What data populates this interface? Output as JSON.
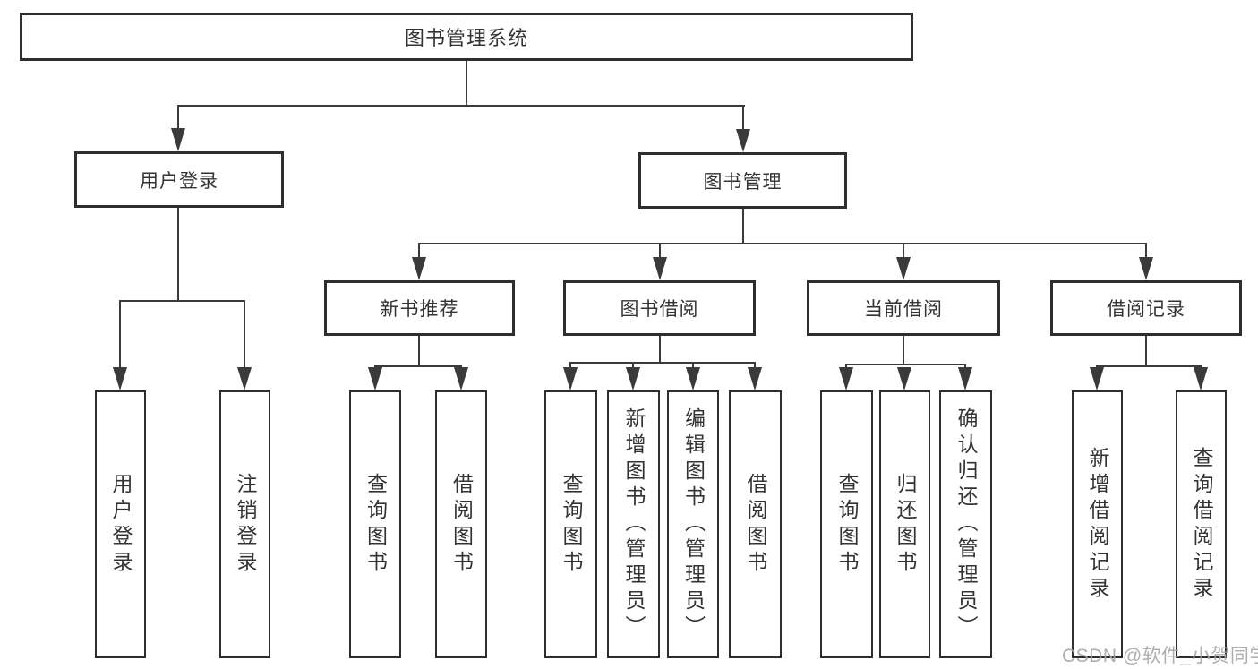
{
  "diagram_title": "图书管理系统",
  "watermark": "CSDN @软件_小贺同学",
  "colors": {
    "line": "#3a3a3a",
    "border": "#2e2e2e",
    "text": "#333333",
    "background": "#ffffff",
    "watermark": "#a5a5a5"
  },
  "tree": {
    "label": "图书管理系统",
    "children": [
      {
        "label": "用户登录",
        "children": [
          {
            "label": "用户登录"
          },
          {
            "label": "注销登录"
          }
        ]
      },
      {
        "label": "图书管理",
        "children": [
          {
            "label": "新书推荐",
            "children": [
              {
                "label": "查询图书"
              },
              {
                "label": "借阅图书"
              }
            ]
          },
          {
            "label": "图书借阅",
            "children": [
              {
                "label": "查询图书"
              },
              {
                "label": "新增图书（管理员）"
              },
              {
                "label": "编辑图书（管理员）"
              },
              {
                "label": "借阅图书"
              }
            ]
          },
          {
            "label": "当前借阅",
            "children": [
              {
                "label": "查询图书"
              },
              {
                "label": "归还图书"
              },
              {
                "label": "确认归还（管理员）"
              }
            ]
          },
          {
            "label": "借阅记录",
            "children": [
              {
                "label": "新增借阅记录"
              },
              {
                "label": "查询借阅记录"
              }
            ]
          }
        ]
      }
    ]
  }
}
